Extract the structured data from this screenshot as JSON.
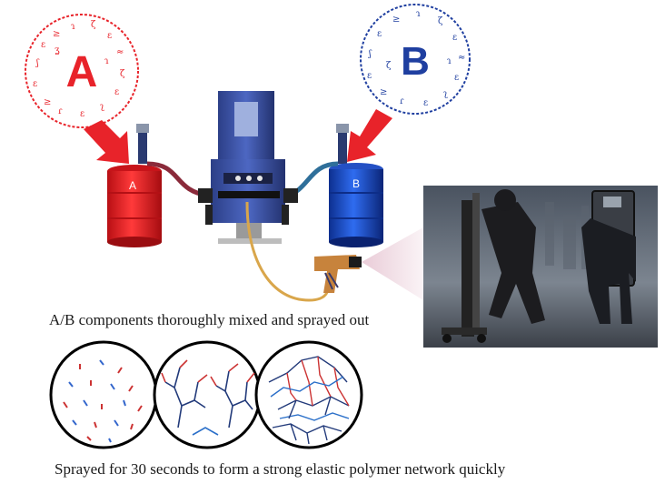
{
  "components": {
    "a_label": "A",
    "b_label": "B",
    "tank_a_label": "A",
    "tank_b_label": "B",
    "a_color": "#e8232a",
    "b_color": "#1f3fa0"
  },
  "captions": {
    "mix": "A/B components thoroughly mixed and sprayed out",
    "network": "Sprayed for 30 seconds to form a strong elastic polymer network quickly"
  },
  "network_stages": [
    "molecules-dispersed",
    "branching-network",
    "dense-network"
  ],
  "icons": [
    "arrow-down-right-icon",
    "arrow-down-left-icon",
    "spray-gun-icon"
  ]
}
